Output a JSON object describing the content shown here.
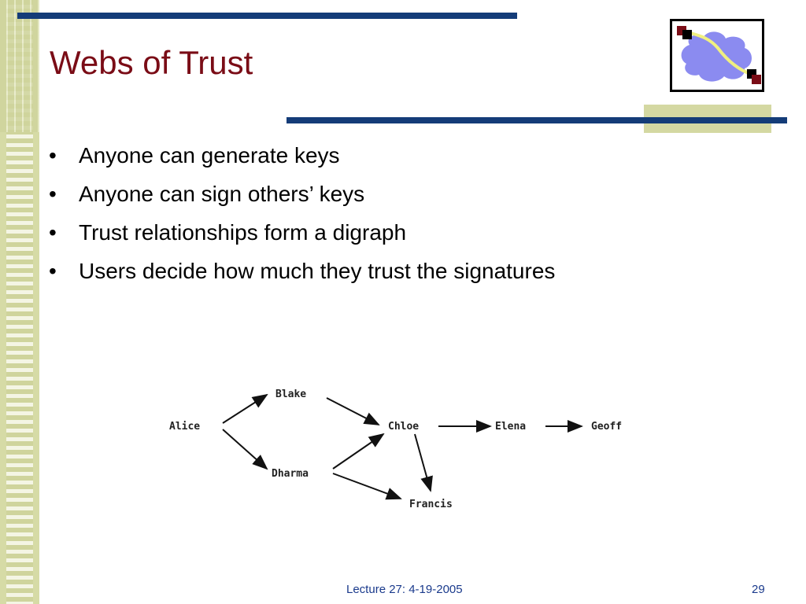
{
  "slide": {
    "title": "Webs of Trust",
    "bullets": [
      "Anyone can generate keys",
      "Anyone can sign others’ keys",
      "Trust relationships form a digraph",
      "Users decide how much they trust the signatures"
    ],
    "bullet_glyph": "•",
    "logo_icon": "network-cloud-icon"
  },
  "diagram": {
    "nodes": {
      "alice": "Alice",
      "blake": "Blake",
      "dharma": "Dharma",
      "chloe": "Chloe",
      "elena": "Elena",
      "geoff": "Geoff",
      "francis": "Francis"
    },
    "edges": [
      [
        "Alice",
        "Blake"
      ],
      [
        "Alice",
        "Dharma"
      ],
      [
        "Blake",
        "Chloe"
      ],
      [
        "Dharma",
        "Chloe"
      ],
      [
        "Dharma",
        "Francis"
      ],
      [
        "Chloe",
        "Francis"
      ],
      [
        "Chloe",
        "Elena"
      ],
      [
        "Elena",
        "Geoff"
      ]
    ]
  },
  "footer": {
    "lecture": "Lecture 27: 4-19-2005",
    "page": "29"
  },
  "colors": {
    "title": "#7a0c16",
    "accent_bar": "#143c78",
    "olive": "#d4d8a2",
    "footer": "#1a3a8c"
  }
}
